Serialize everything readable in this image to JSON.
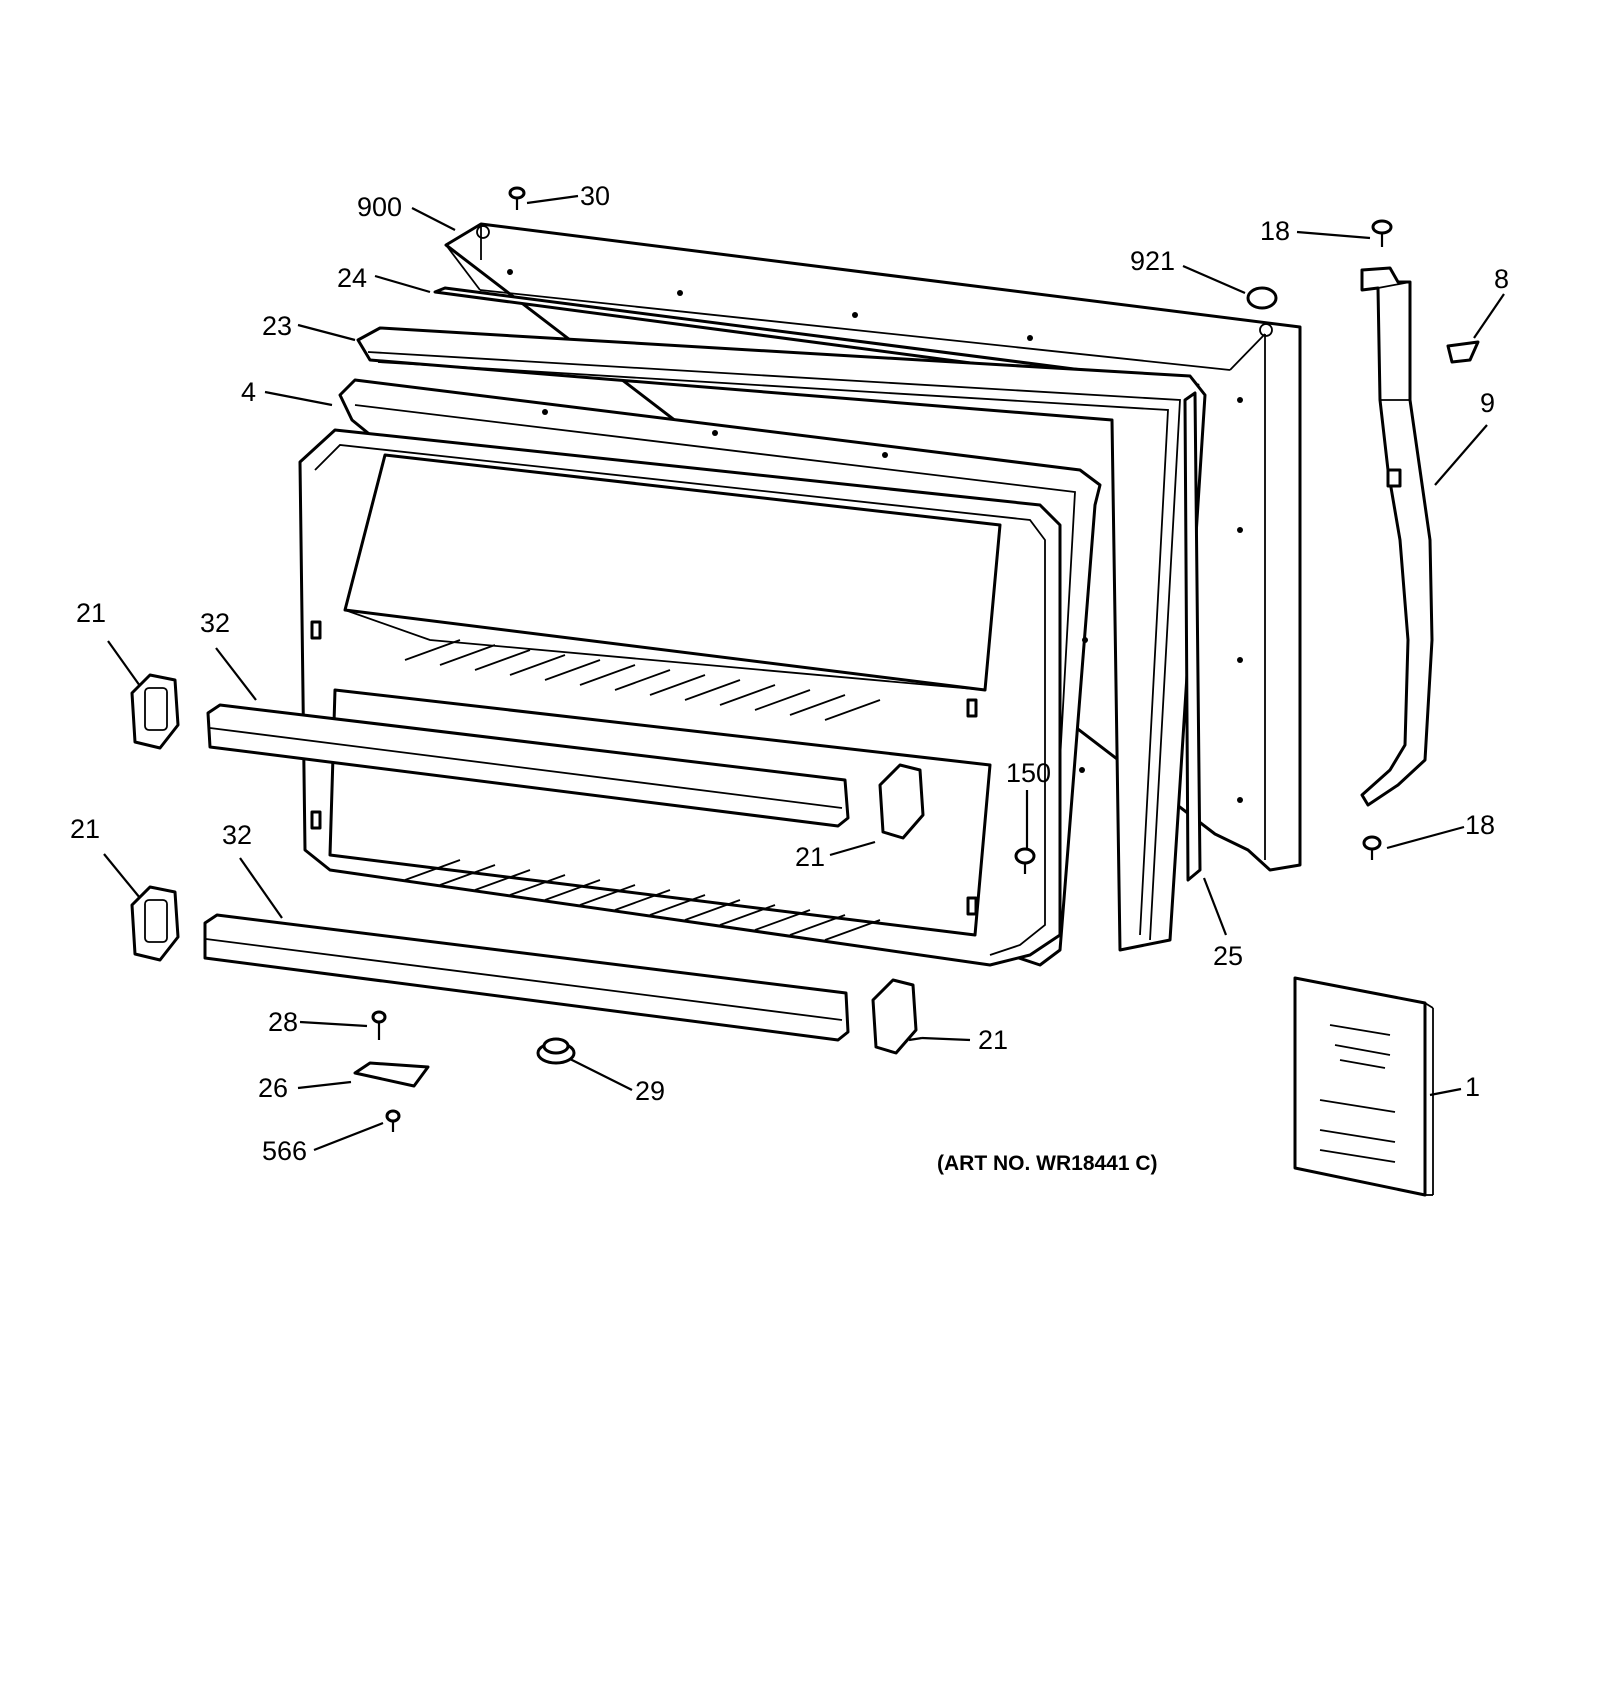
{
  "callouts": [
    {
      "id": "c900",
      "text": "900"
    },
    {
      "id": "c30",
      "text": "30"
    },
    {
      "id": "c24",
      "text": "24"
    },
    {
      "id": "c23",
      "text": "23"
    },
    {
      "id": "c4",
      "text": "4"
    },
    {
      "id": "c921",
      "text": "921"
    },
    {
      "id": "c18a",
      "text": "18"
    },
    {
      "id": "c8",
      "text": "8"
    },
    {
      "id": "c9",
      "text": "9"
    },
    {
      "id": "c21a",
      "text": "21"
    },
    {
      "id": "c32a",
      "text": "32"
    },
    {
      "id": "c21b",
      "text": "21"
    },
    {
      "id": "c32b",
      "text": "32"
    },
    {
      "id": "c150",
      "text": "150"
    },
    {
      "id": "c21c",
      "text": "21"
    },
    {
      "id": "c18b",
      "text": "18"
    },
    {
      "id": "c25",
      "text": "25"
    },
    {
      "id": "c28",
      "text": "28"
    },
    {
      "id": "c21d",
      "text": "21"
    },
    {
      "id": "c26",
      "text": "26"
    },
    {
      "id": "c29",
      "text": "29"
    },
    {
      "id": "c566",
      "text": "566"
    },
    {
      "id": "c1",
      "text": "1"
    }
  ],
  "art_number": "(ART NO. WR18441 C)"
}
